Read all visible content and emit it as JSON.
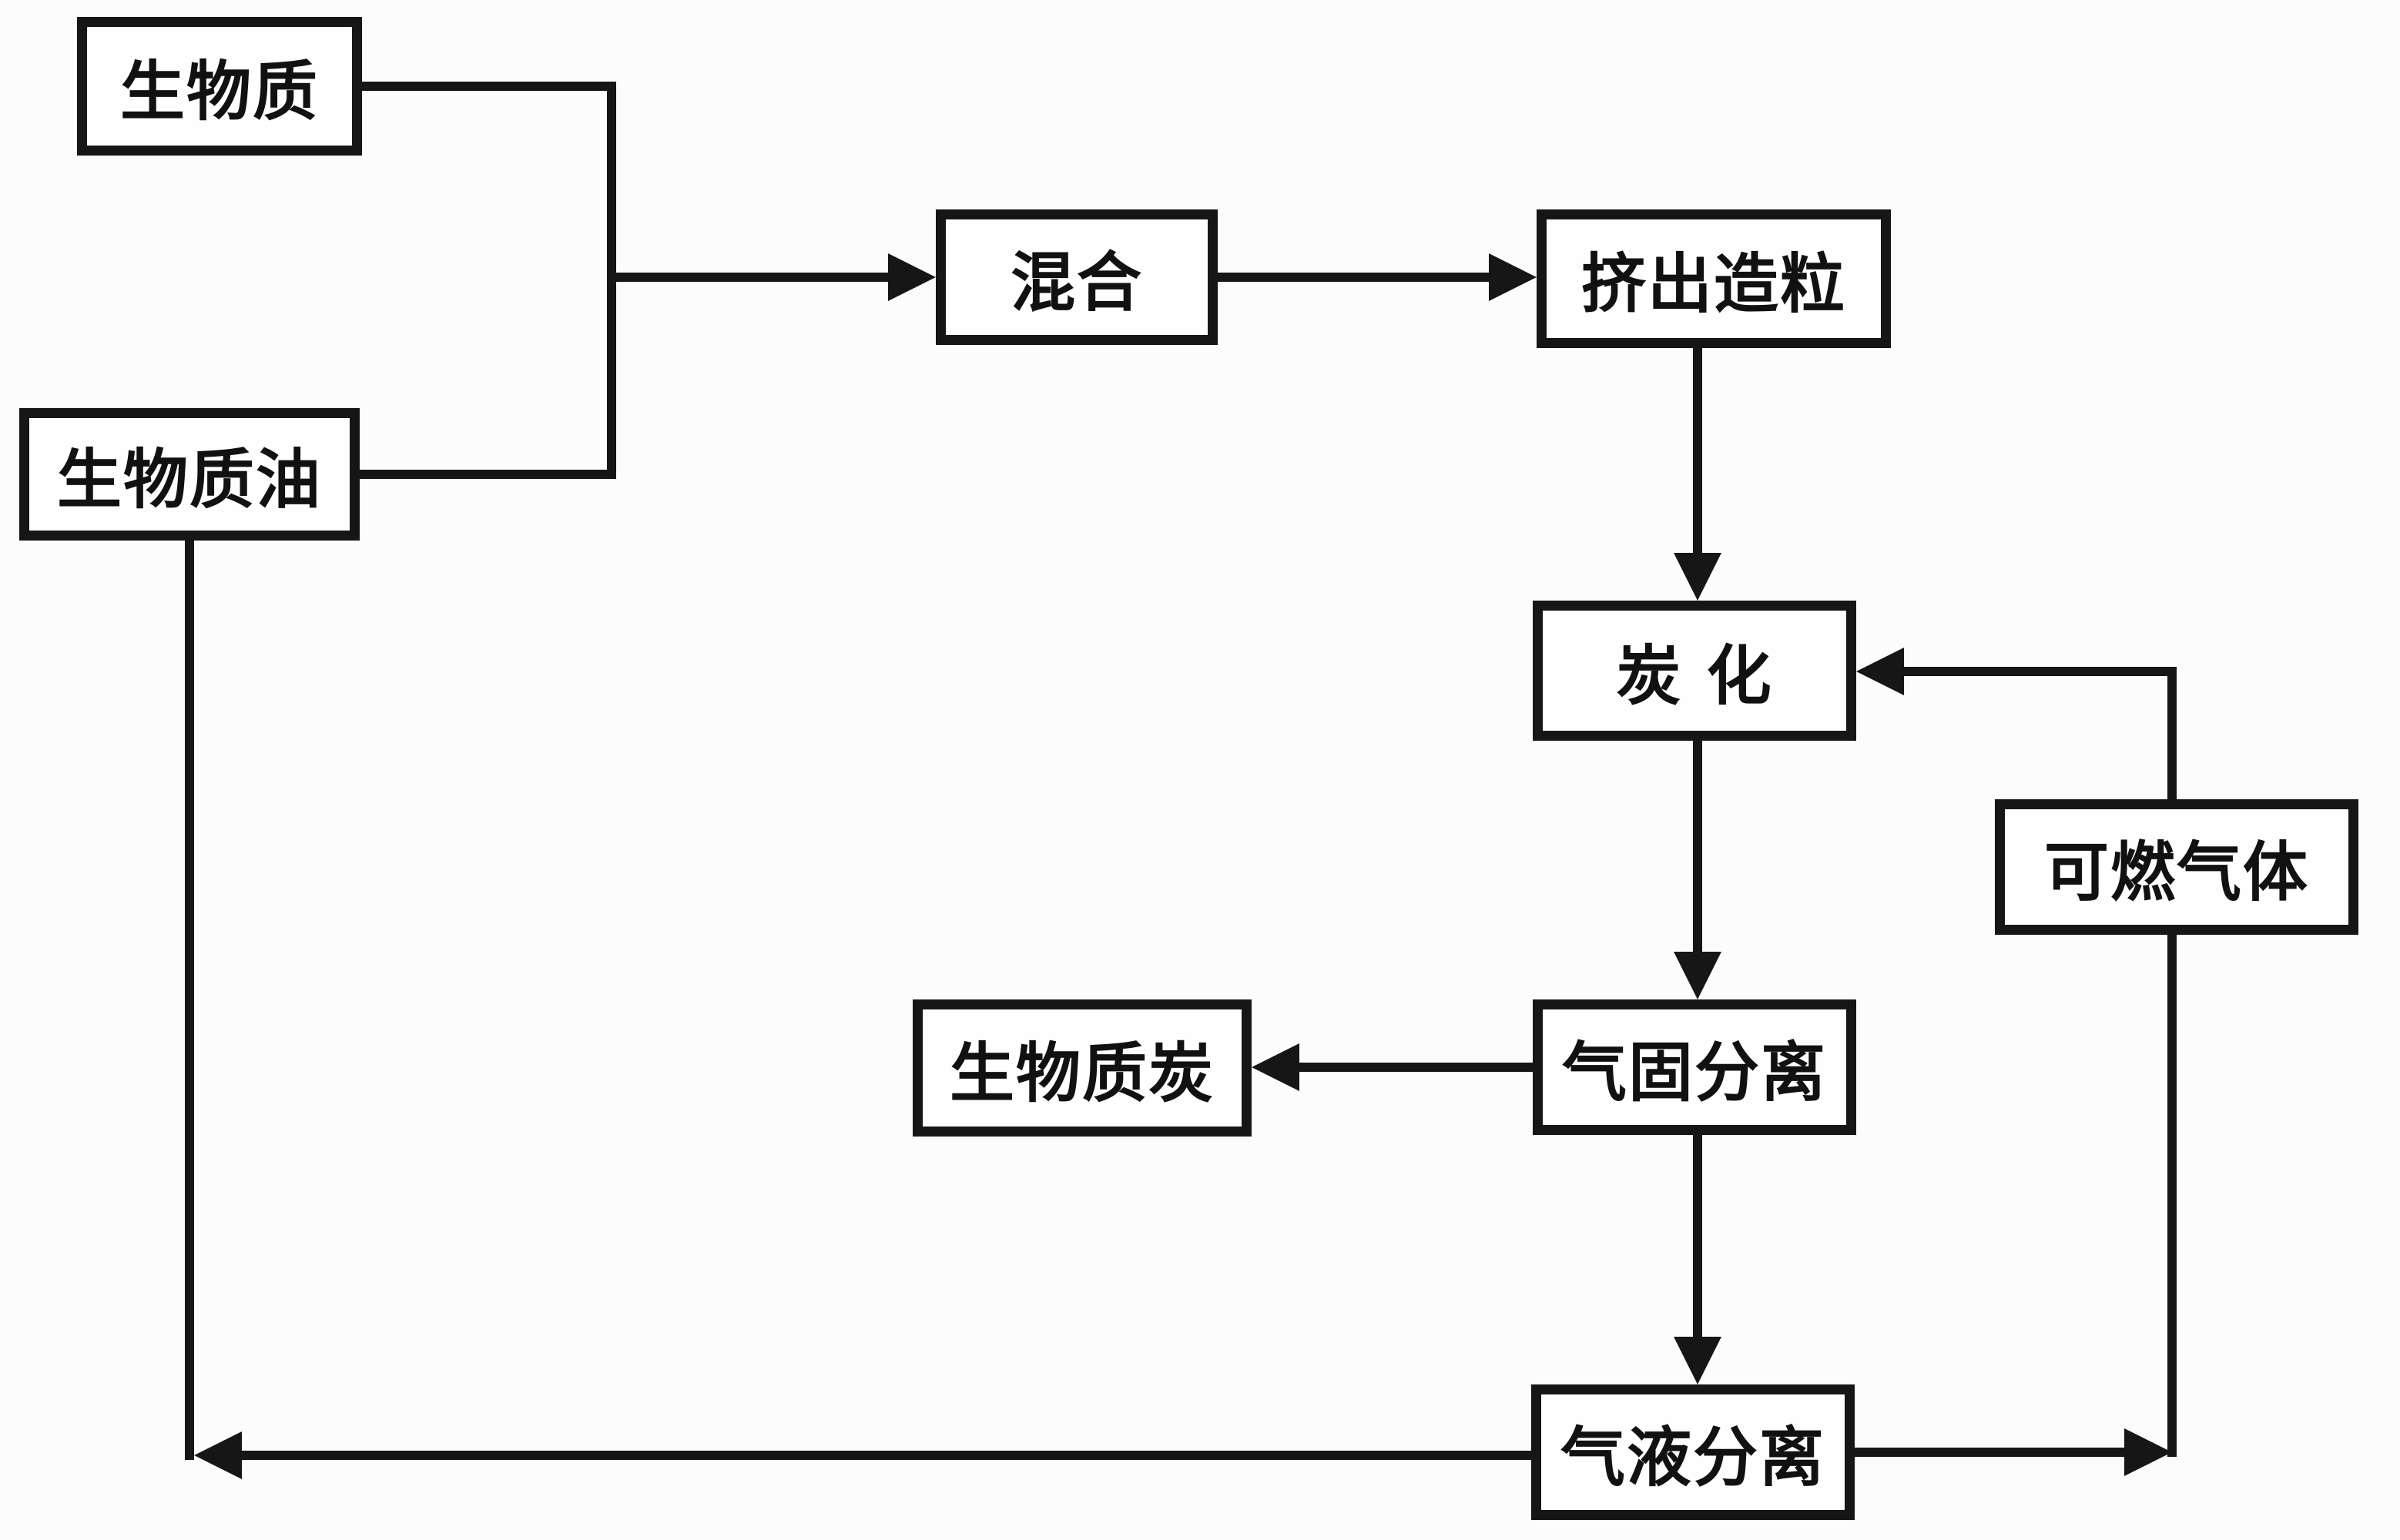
{
  "diagram": {
    "type": "flowchart",
    "language": "zh-CN",
    "colors": {
      "line": "#161616",
      "box_background": "#fefefe",
      "page_background": "#fcfcfc"
    },
    "nodes": [
      {
        "id": "biomass",
        "label": "生物质"
      },
      {
        "id": "biomass-oil",
        "label": "生物质油"
      },
      {
        "id": "mixing",
        "label": "混合"
      },
      {
        "id": "extrusion-granulation",
        "label": "挤出造粒"
      },
      {
        "id": "carbonization",
        "label": "炭 化"
      },
      {
        "id": "combustible-gas",
        "label": "可燃气体"
      },
      {
        "id": "gas-solid-separation",
        "label": "气固分离"
      },
      {
        "id": "biomass-char",
        "label": "生物质炭"
      },
      {
        "id": "gas-liquid-separation",
        "label": "气液分离"
      }
    ],
    "edges": [
      {
        "from": "biomass",
        "to": "mixing"
      },
      {
        "from": "biomass-oil",
        "to": "mixing"
      },
      {
        "from": "mixing",
        "to": "extrusion-granulation"
      },
      {
        "from": "extrusion-granulation",
        "to": "carbonization"
      },
      {
        "from": "carbonization",
        "to": "gas-solid-separation"
      },
      {
        "from": "gas-solid-separation",
        "to": "biomass-char"
      },
      {
        "from": "gas-solid-separation",
        "to": "gas-liquid-separation"
      },
      {
        "from": "gas-liquid-separation",
        "to": "biomass-oil"
      },
      {
        "from": "gas-liquid-separation",
        "to": "combustible-gas"
      },
      {
        "from": "combustible-gas",
        "to": "carbonization"
      }
    ]
  }
}
